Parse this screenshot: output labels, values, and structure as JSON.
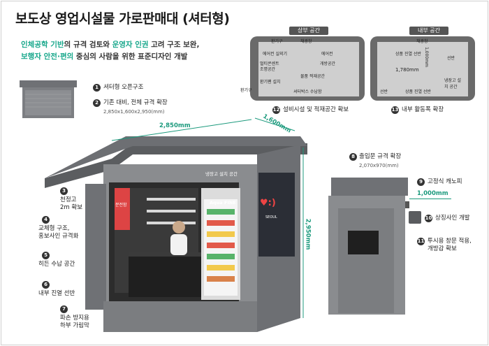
{
  "title": "보도상 영업시설물 가로판매대 (셔터형)",
  "intro": {
    "line1_a": "인체공학 기반",
    "line1_b": "의 규격 검토와 ",
    "line1_c": "운영자 인권",
    "line1_d": " 고려 구조 보완,",
    "line2_a": "보행자 안전·편의",
    "line2_b": " 중심의 사람을 위한 표준디자인 개발"
  },
  "features": [
    {
      "n": "1",
      "label": "셔터형 오픈구조"
    },
    {
      "n": "2",
      "label": "기존 대비, 전체 규격 확장",
      "sub": "2,850x1,600x2,950(mm)"
    },
    {
      "n": "3",
      "label": "천정고",
      "label2": "2m 확보"
    },
    {
      "n": "4",
      "label": "교체형 구조,",
      "label2": "홍보사인 규격화"
    },
    {
      "n": "5",
      "label": "히든 수납 공간"
    },
    {
      "n": "6",
      "label": "내부 진열 선반"
    },
    {
      "n": "7",
      "label": "파손 방지용",
      "label2": "하부 가림막"
    },
    {
      "n": "8",
      "label": "출입문 규격 확장",
      "sub": "2,070x970(mm)"
    },
    {
      "n": "9",
      "label": "고정식 캐노피"
    },
    {
      "n": "10",
      "label": "상징사인 개발"
    },
    {
      "n": "11",
      "label": "투시용 창문 적용,",
      "label2": "개방감 확보"
    },
    {
      "n": "12",
      "label": "설비시설 및 적재공간 확보"
    },
    {
      "n": "13",
      "label": "내부 활동폭 확장"
    }
  ],
  "dims": {
    "width": "2,850mm",
    "depth": "1,600mm",
    "height": "2,950mm",
    "canopy": "1,000mm",
    "inner_h": "1,000mm",
    "inner_w": "1,780mm"
  },
  "plan_top": {
    "title": "상부 공간",
    "labels": [
      "환기구",
      "채광창",
      "에어컨 실외기",
      "에어컨",
      "멀티콘센트",
      "조명공간",
      "개방공간",
      "물품 적재공간",
      "환기팬 설치",
      "셔터박스 수납함",
      "환기구"
    ]
  },
  "plan_inner": {
    "title": "내부 공간",
    "labels": [
      "채광창",
      "상품 진열 선반",
      "선반",
      "냉장고 설치 공간",
      "선반",
      "상품 진열 선반"
    ]
  },
  "kiosk": {
    "sign_side": "분전함",
    "fridge_label": "냉장고 설치 공간",
    "fridge_brand": "Aqua FINE",
    "brand_small": "SEOUL",
    "logo_text": "♥︎:)",
    "logo_sub": "SEOUL"
  },
  "colors": {
    "accent": "#17a78b",
    "kiosk_dark": "#5b5d60",
    "kiosk_light": "#8a8c8f"
  }
}
